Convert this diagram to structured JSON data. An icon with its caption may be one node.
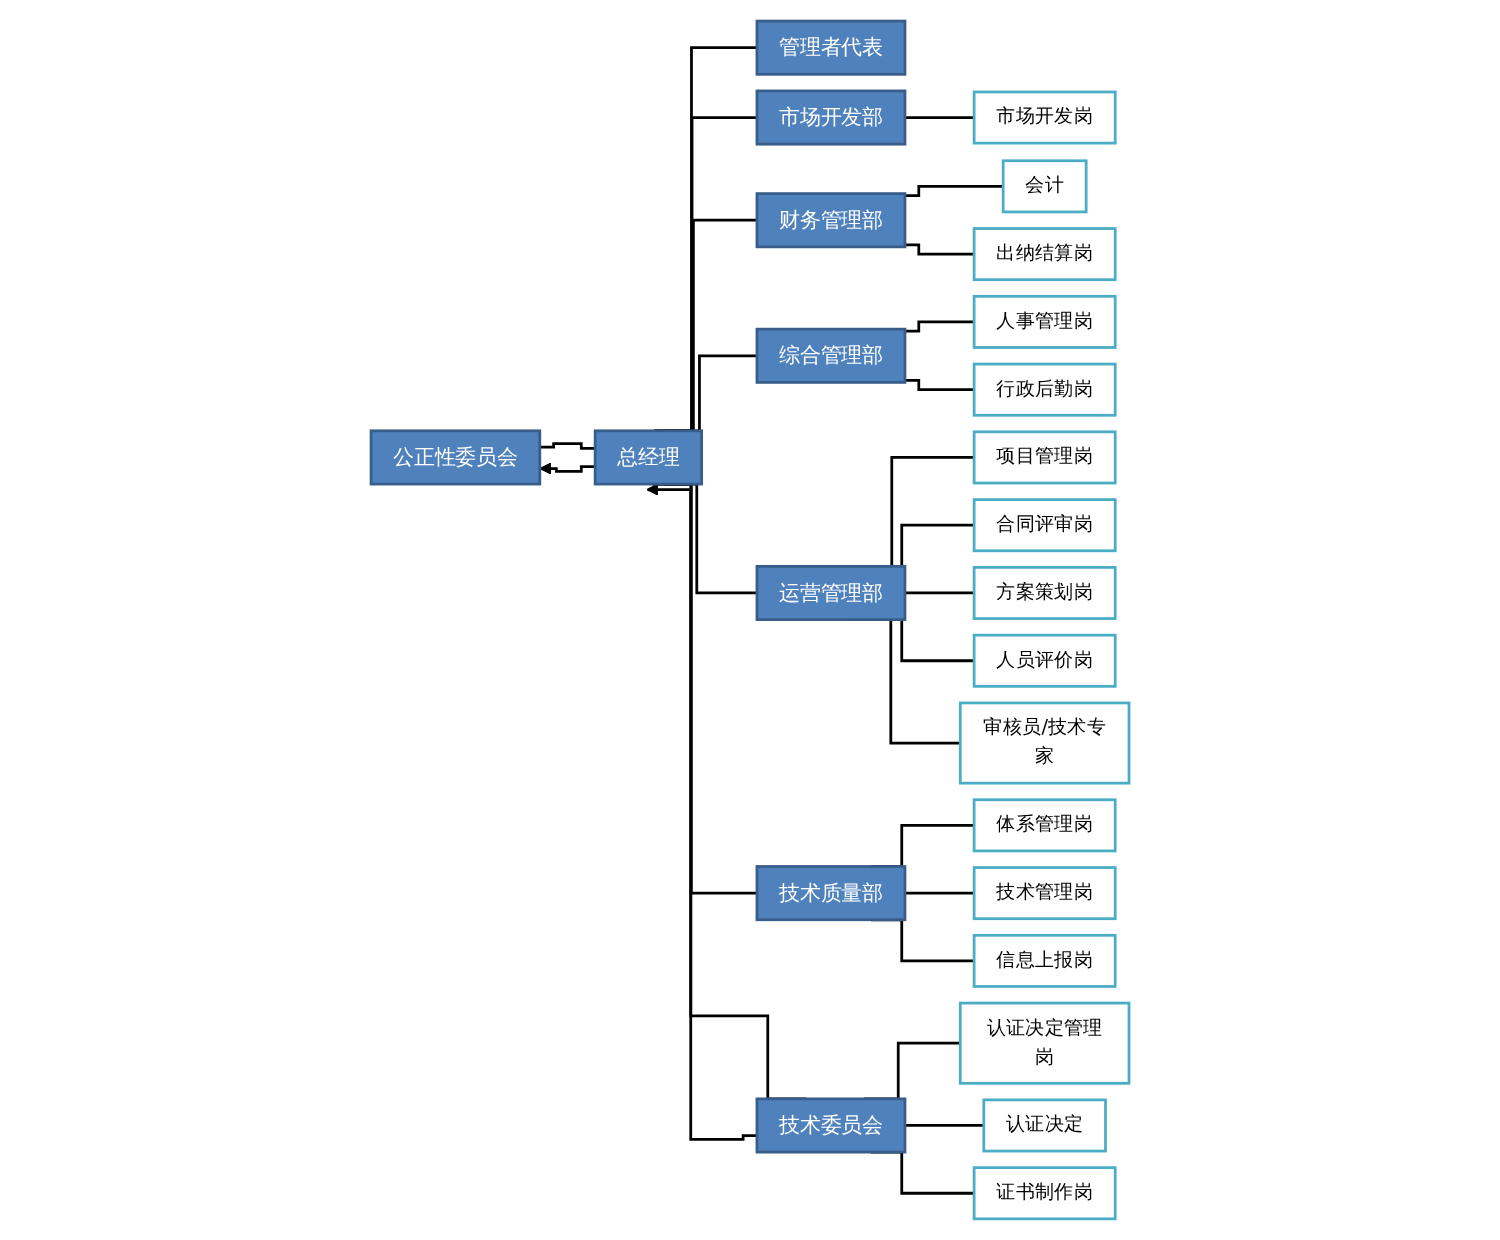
{
  "diagram": {
    "nodes": [
      {
        "text": [
          "公正性委员会"
        ]
      },
      {
        "text": [
          "总经理"
        ]
      },
      {
        "text": [
          "管理者代表"
        ]
      },
      {
        "text": [
          "市场开发部"
        ]
      },
      {
        "text": [
          "财务管理部"
        ]
      },
      {
        "text": [
          "综合管理部"
        ]
      },
      {
        "text": [
          "运营管理部"
        ]
      },
      {
        "text": [
          "技术质量部"
        ]
      },
      {
        "text": [
          "技术委员会"
        ]
      },
      {
        "text": [
          "市场开发岗"
        ]
      },
      {
        "text": [
          "会计"
        ]
      },
      {
        "text": [
          "出纳结算岗"
        ]
      },
      {
        "text": [
          "人事管理岗"
        ]
      },
      {
        "text": [
          "行政后勤岗"
        ]
      },
      {
        "text": [
          "项目管理岗"
        ]
      },
      {
        "text": [
          "合同评审岗"
        ]
      },
      {
        "text": [
          "方案策划岗"
        ]
      },
      {
        "text": [
          "人员评价岗"
        ]
      },
      {
        "text": [
          "审核员/技术专家"
        ]
      },
      {
        "text": [
          "体系管理岗"
        ]
      },
      {
        "text": [
          "技术管理岗"
        ]
      },
      {
        "text": [
          "信息上报岗"
        ]
      },
      {
        "text": [
          "认证决定管理岗"
        ]
      },
      {
        "text": [
          "认证决定"
        ]
      },
      {
        "text": [
          "证书制作岗"
        ]
      }
    ],
    "edges": [
      {
        "from": 0,
        "to": 1,
        "arrow": "none"
      },
      {
        "from": 1,
        "to": 0,
        "arrow": "to"
      },
      {
        "from": 1,
        "to": 2,
        "arrow": "none"
      },
      {
        "from": 1,
        "to": 3,
        "arrow": "none"
      },
      {
        "from": 1,
        "to": 4,
        "arrow": "none"
      },
      {
        "from": 1,
        "to": 5,
        "arrow": "none"
      },
      {
        "from": 1,
        "to": 6,
        "arrow": "none"
      },
      {
        "from": 1,
        "to": 7,
        "arrow": "none"
      },
      {
        "from": 1,
        "to": 8,
        "arrow": "none"
      },
      {
        "from": 8,
        "to": 1,
        "arrow": "to"
      },
      {
        "from": 3,
        "to": 9,
        "arrow": "none"
      },
      {
        "from": 4,
        "to": 10,
        "arrow": "none"
      },
      {
        "from": 4,
        "to": 11,
        "arrow": "none"
      },
      {
        "from": 5,
        "to": 12,
        "arrow": "none"
      },
      {
        "from": 5,
        "to": 13,
        "arrow": "none"
      },
      {
        "from": 6,
        "to": 14,
        "arrow": "none"
      },
      {
        "from": 6,
        "to": 15,
        "arrow": "none"
      },
      {
        "from": 6,
        "to": 16,
        "arrow": "none"
      },
      {
        "from": 6,
        "to": 17,
        "arrow": "none"
      },
      {
        "from": 6,
        "to": 18,
        "arrow": "none"
      },
      {
        "from": 7,
        "to": 19,
        "arrow": "none"
      },
      {
        "from": 7,
        "to": 20,
        "arrow": "none"
      },
      {
        "from": 7,
        "to": 21,
        "arrow": "none"
      },
      {
        "from": 8,
        "to": 22,
        "arrow": "none"
      },
      {
        "from": 8,
        "to": 23,
        "arrow": "none"
      },
      {
        "from": 8,
        "to": 24,
        "arrow": "none"
      }
    ]
  }
}
